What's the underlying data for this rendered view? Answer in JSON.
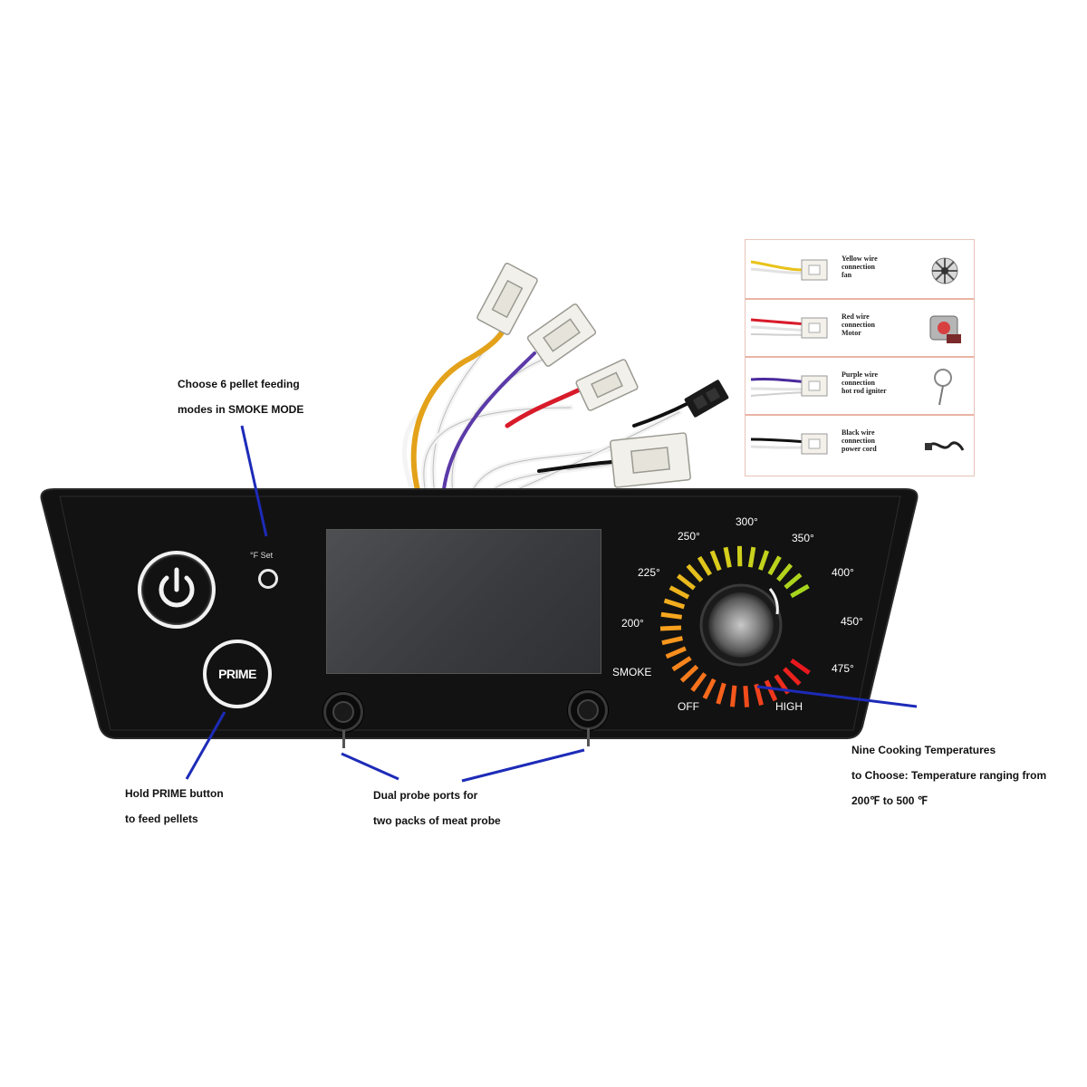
{
  "annotations": {
    "feed_modes": [
      "Choose 6 pellet feeding",
      "modes in SMOKE MODE"
    ],
    "prime_hint": [
      "Hold PRIME button",
      "to feed pellets"
    ],
    "probe_ports": [
      "Dual probe ports for",
      "two packs of meat probe"
    ],
    "temps": [
      "Nine Cooking Temperatures",
      "to Choose: Temperature ranging from",
      "200℉ to 500 ℉"
    ]
  },
  "panel": {
    "prime_label": "PRIME",
    "set_label": "°F Set",
    "dial": {
      "ticks": [
        "SMOKE",
        "200°",
        "225°",
        "250°",
        "300°",
        "350°",
        "400°",
        "450°",
        "475°"
      ],
      "off_label": "OFF",
      "high_label": "HIGH"
    }
  },
  "wire_legend": [
    {
      "wire_color": "#e8c21a",
      "text": [
        "Yellow wire",
        "connection",
        "fan"
      ],
      "icon": "fan-icon"
    },
    {
      "wire_color": "#d81b2a",
      "text": [
        "Red wire",
        "connection",
        "Motor"
      ],
      "icon": "motor-icon"
    },
    {
      "wire_color": "#4a2a9c",
      "text": [
        "Purple wire",
        "connection",
        "hot rod igniter"
      ],
      "icon": "igniter-icon"
    },
    {
      "wire_color": "#111111",
      "text": [
        "Black wire",
        "connection",
        "power cord"
      ],
      "icon": "power-cord-icon"
    }
  ],
  "colors": {
    "panel": "#111111",
    "callout_line": "#1d2bb8",
    "gauge": [
      "#e8181f",
      "#f6641b",
      "#f8a41e",
      "#d8cf1c",
      "#a6d51d"
    ]
  }
}
